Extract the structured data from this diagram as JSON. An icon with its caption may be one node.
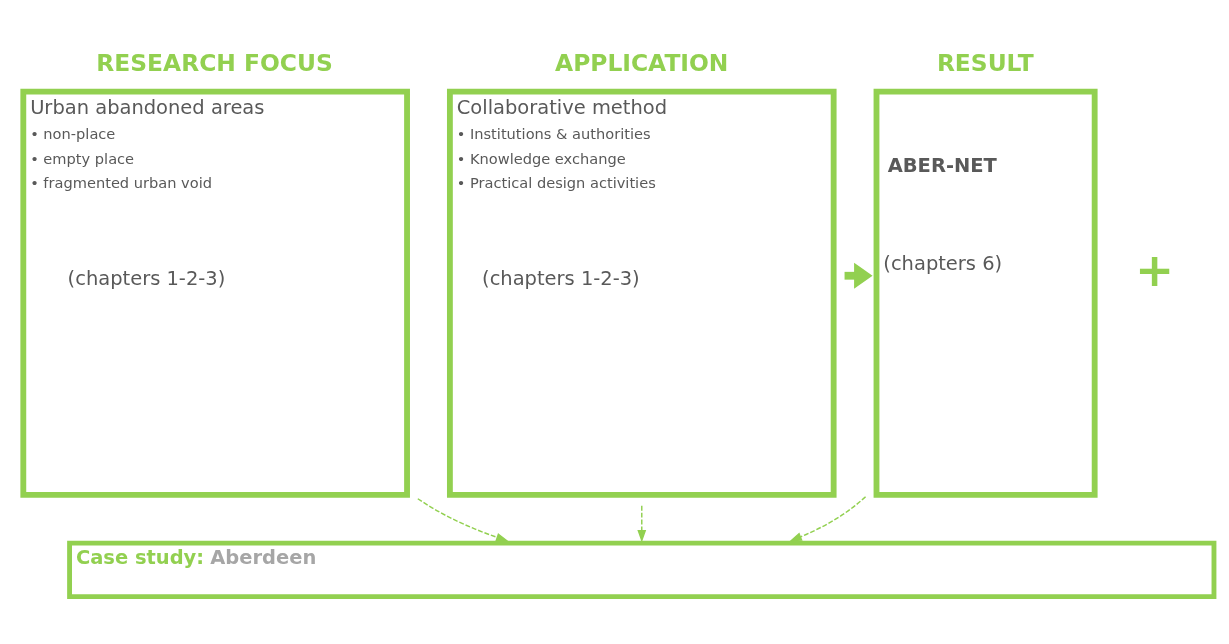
{
  "diagram": {
    "nodes": [
      {
        "text": [
          "RESEARCH FOCUS",
          "Urban abandoned areas",
          "• non-place",
          "• empty place",
          "• fragmented urban void",
          "(chapters 1-2-3)"
        ]
      },
      {
        "text": [
          "APPLICATION",
          "Collaborative method",
          "• Institutions & authorities",
          "• Knowledge exchange",
          "• Practical design activities",
          "(chapters 1-2-3)"
        ]
      },
      {
        "text": [
          "RESULT",
          "ABER-NET",
          "(chapters 6)"
        ]
      },
      {
        "text": [
          "Case study:",
          "Aberdeen"
        ]
      }
    ],
    "edges": [
      {
        "from": 1,
        "to": 2,
        "arrow": "to",
        "style": "thick"
      },
      {
        "from": 0,
        "to": 3,
        "arrow": "to",
        "style": "dashed"
      },
      {
        "from": 1,
        "to": 3,
        "arrow": "to",
        "style": "dashed"
      },
      {
        "from": 2,
        "to": 3,
        "arrow": "to",
        "style": "dashed"
      }
    ],
    "labels": [
      "+"
    ]
  }
}
